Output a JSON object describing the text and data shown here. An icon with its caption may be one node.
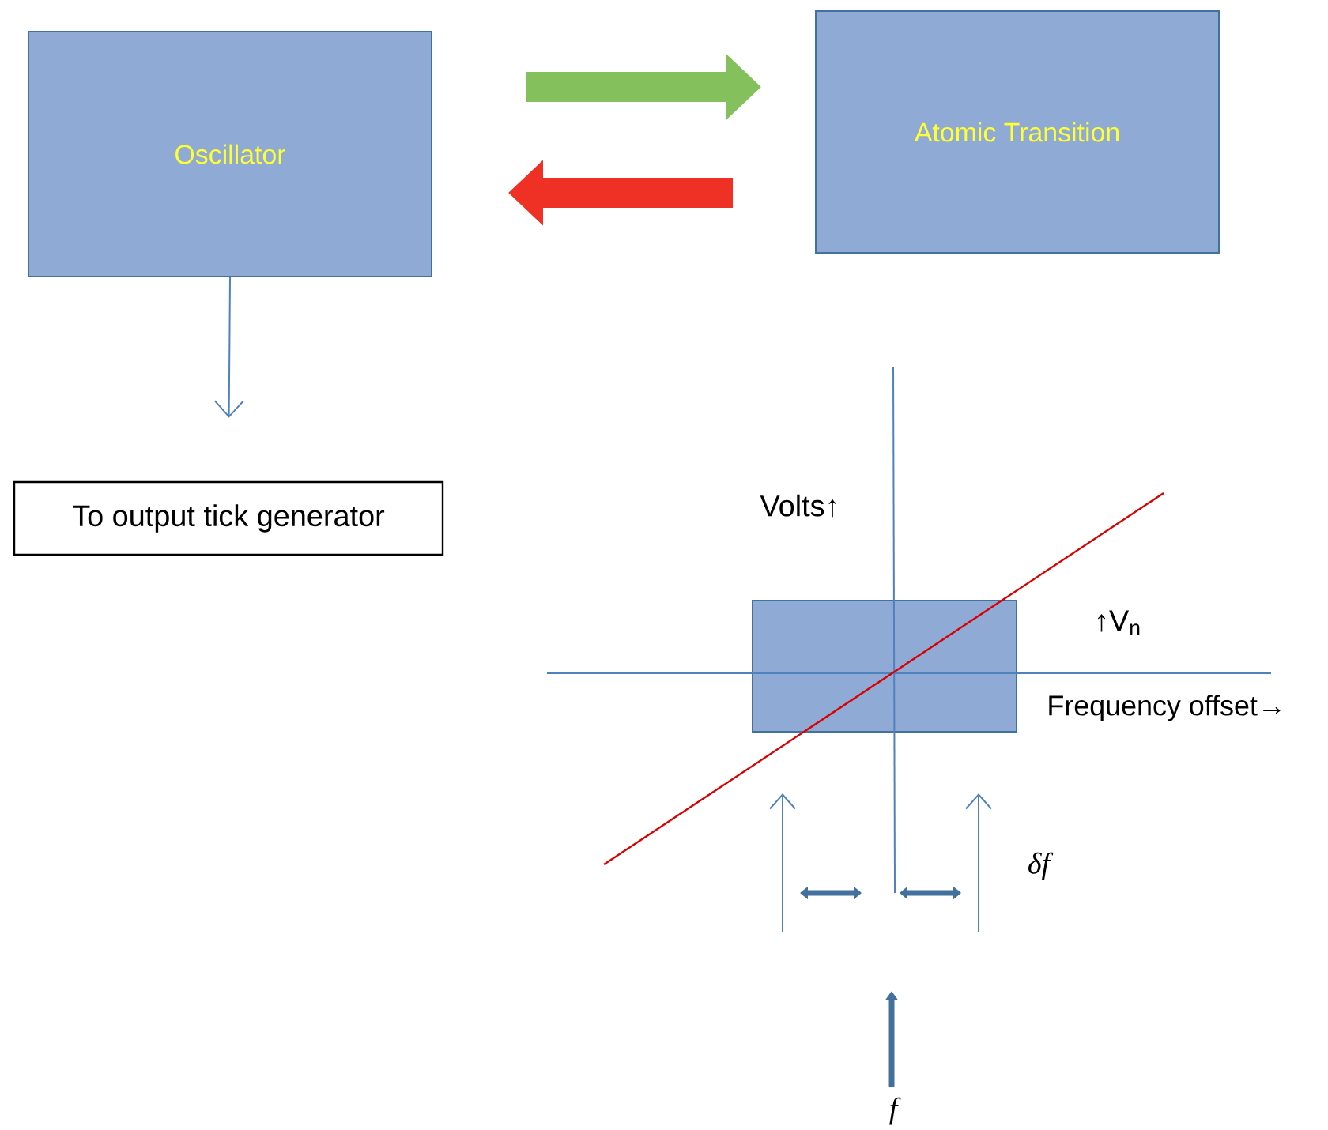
{
  "diagram": {
    "nodes": [
      {
        "text": [
          "Oscillator"
        ]
      },
      {
        "text": [
          "Atomic Transition"
        ]
      },
      {
        "text": [
          "To output tick generator"
        ]
      },
      {
        "text": [],
        "shape": "box"
      }
    ],
    "edges": [
      {
        "from": 0,
        "to": 1,
        "arrow": "to",
        "color": "#84c15c"
      },
      {
        "from": 1,
        "to": 0,
        "arrow": "to",
        "color": "#ee3124"
      },
      {
        "from": 0,
        "to": 2,
        "arrow": "to",
        "color": "#4f81bd"
      }
    ],
    "labels": [
      "Volts↑",
      "↑V$_{n}$",
      "Frequency offset→",
      "δf",
      "f"
    ]
  }
}
